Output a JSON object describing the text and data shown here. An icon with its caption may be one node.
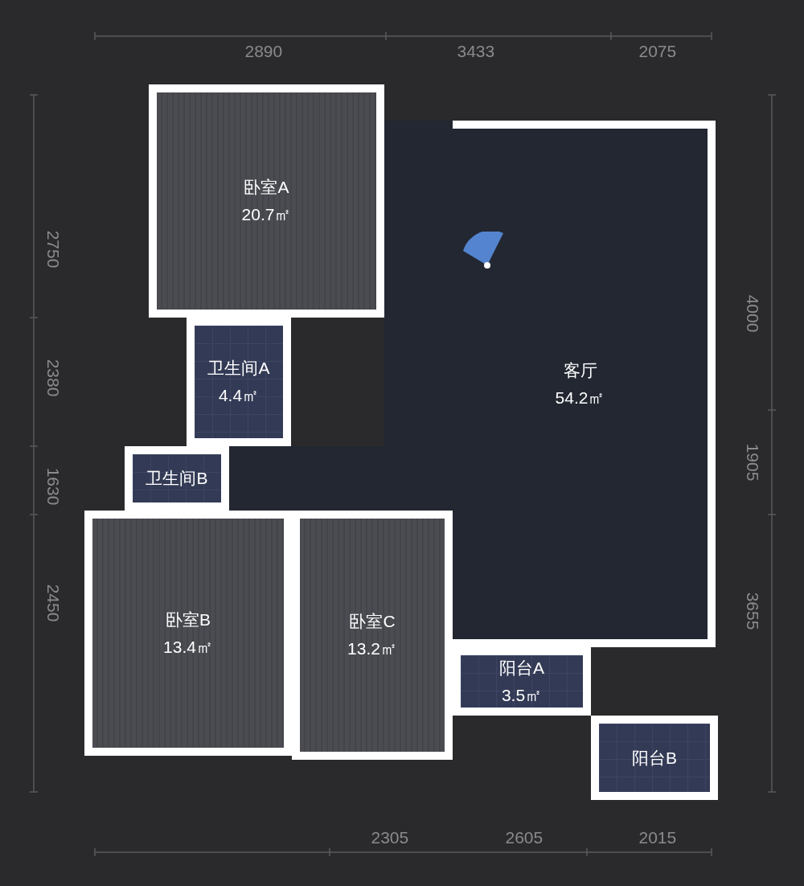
{
  "diagram": {
    "nodes": [
      {
        "text": [
          "卧室A",
          "20.7㎡"
        ]
      },
      {
        "text": [
          "卫生间A",
          "4.4㎡"
        ]
      },
      {
        "text": [
          "卫生间B"
        ]
      },
      {
        "text": [
          "客厅",
          "54.2㎡"
        ]
      },
      {
        "text": [
          "卧室B",
          "13.4㎡"
        ]
      },
      {
        "text": [
          "卧室C",
          "13.2㎡"
        ]
      },
      {
        "text": [
          "阳台A",
          "3.5㎡"
        ]
      },
      {
        "text": [
          "阳台B"
        ]
      },
      {
        "text": [],
        "shape": "box"
      },
      {
        "text": [],
        "shape": "box"
      }
    ],
    "labels": [
      "2890",
      "3433",
      "2075",
      "2750",
      "2380",
      "1630",
      "2450",
      "4000",
      "1905",
      "3655",
      "2305",
      "2605",
      "2015"
    ]
  }
}
